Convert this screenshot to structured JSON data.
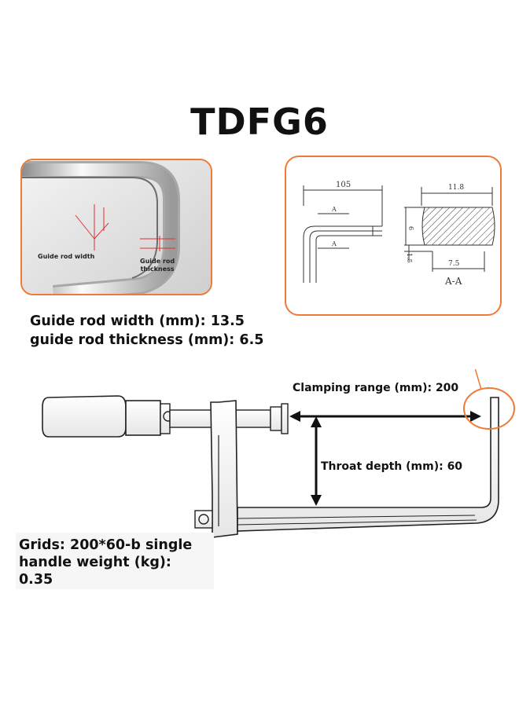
{
  "title": "TDFG6",
  "photo": {
    "label_width": "Guide rod width",
    "label_thickness_line1": "Guide rod",
    "label_thickness_line2": "thickness"
  },
  "drawing": {
    "dim_length": "105",
    "dim_width": "11.8",
    "dim_height": "6",
    "dim_bottom": "7.5",
    "dim_lip": "1.5",
    "section_mark": "A",
    "section_label": "A-A"
  },
  "specs": {
    "width": "Guide rod width (mm): 13.5",
    "thickness": "guide rod thickness (mm): 6.5"
  },
  "annotations": {
    "clamping": "Clamping range (mm): 200",
    "throat": "Throat depth (mm): 60"
  },
  "grids": {
    "line1": "Grids: 200*60-b single",
    "line2": "handle weight (kg):",
    "line3": "0.35"
  },
  "colors": {
    "accent": "#ee7a35"
  }
}
